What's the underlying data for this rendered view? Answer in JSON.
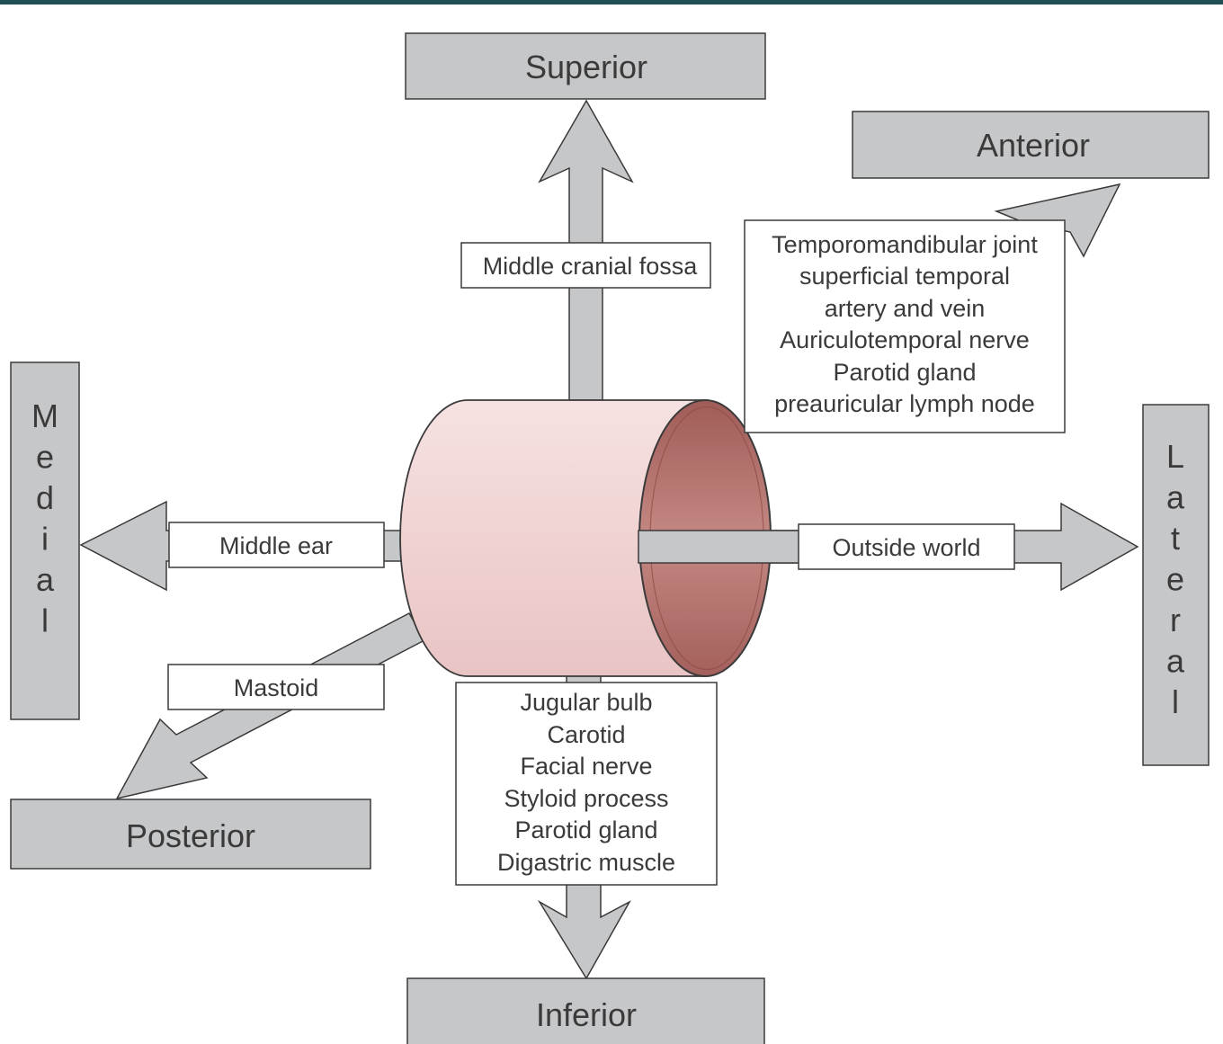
{
  "directions": {
    "superior": "Superior",
    "anterior": "Anterior",
    "medial": "Medial",
    "lateral": "Lateral",
    "posterior": "Posterior",
    "inferior": "Inferior"
  },
  "relations": {
    "superior": [
      "Middle cranial fossa"
    ],
    "anterior": [
      "Temporomandibular joint",
      "superficial temporal",
      "artery and vein",
      "Auriculotemporal nerve",
      "Parotid gland",
      "preauricular lymph node"
    ],
    "medial": [
      "Middle ear"
    ],
    "lateral": [
      "Outside world"
    ],
    "posterior": [
      "Mastoid"
    ],
    "inferior": [
      "Jugular bulb",
      "Carotid",
      "Facial nerve",
      "Styloid process",
      "Parotid gland",
      "Digastric muscle"
    ]
  },
  "colors": {
    "header_bar": "#1f4e55",
    "box_fill": "#c6c7c9",
    "arrow_fill": "#c6c7c9",
    "outline": "#3a3a3a",
    "canal_body": "#f3d8d8",
    "canal_opening": "#b3706c"
  }
}
